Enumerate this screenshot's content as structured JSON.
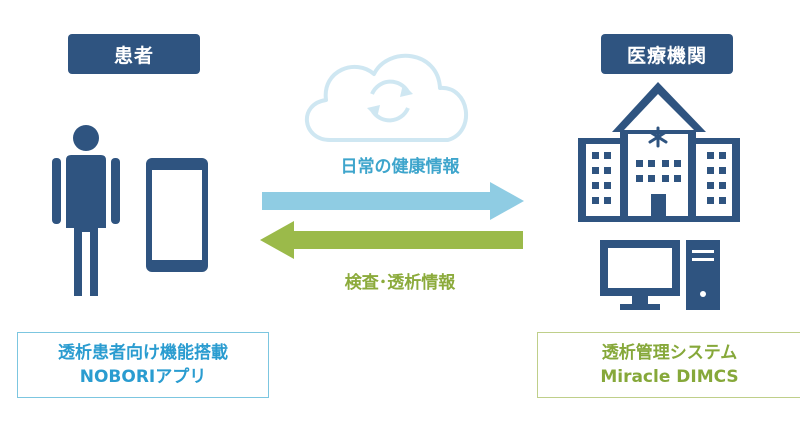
{
  "patient": {
    "badge": "患者",
    "app_line1": "透析患者向け機能搭載",
    "app_line2": "NOBORIアプリ"
  },
  "hospital": {
    "badge": "医療機関",
    "system_line1": "透析管理システム",
    "system_line2": "Miracle DIMCS"
  },
  "flows": {
    "to_hospital": "日常の健康情報",
    "to_patient": "検査･透析情報"
  },
  "colors": {
    "navy": "#2f5480",
    "arrow_blue": "#8fcce3",
    "arrow_green": "#9bba4a",
    "cloud": "#cfe7f2",
    "label_blue": "#3ea5cc",
    "label_green": "#8cab3c"
  }
}
